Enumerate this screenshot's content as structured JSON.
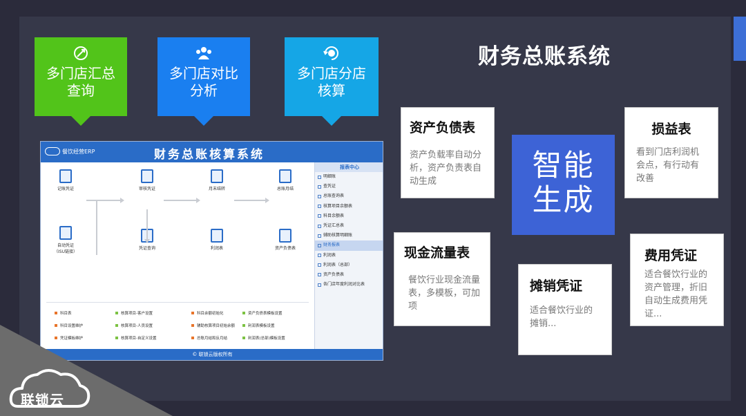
{
  "slide": {
    "title": "财务总账系统"
  },
  "features": [
    {
      "label": "多门店汇总\n查询",
      "icon": "rocket-globe-icon"
    },
    {
      "label": "多门店对比\n分析",
      "icon": "people-group-icon"
    },
    {
      "label": "多门店分店\n核算",
      "icon": "dollar-cycle-icon"
    }
  ],
  "erp": {
    "logo_text": "餐饮经营ERP",
    "title": "财务总账核算系统",
    "side_title": "报表中心",
    "side_items": [
      "明细账",
      "查凭证",
      "总账查询表",
      "核算项目余额表",
      "科目余额表",
      "凭证汇总表",
      "辅助核算明细账",
      "财务报表",
      "利润表",
      "利润表（总部）",
      "资产负债表",
      "各门店年度利润对比表"
    ],
    "flow_nodes": [
      "记账凭证",
      "审核凭证",
      "月末结转",
      "总账月结",
      "自动凭证\n（ISU链接）",
      "凭证查询",
      "利润表",
      "资产负债表"
    ],
    "links": [
      [
        "科目表",
        "核算项目-客户设置",
        "科目余额初始化",
        "资产负债表模板设置"
      ],
      [
        "科目设置维护",
        "核算项目-人员设置",
        "辅助核算项目初始余额",
        "利润表模板设置"
      ],
      [
        "凭证模板维护",
        "核算项目-自定义设置",
        "总账月结和反月结",
        "利润表(总部)模板设置"
      ]
    ],
    "footer": "© 联锁云版权所有"
  },
  "cards": {
    "balance": {
      "title": "资产负债表",
      "desc": "资产负载率自动分析，资产负责表自动生成"
    },
    "cashflow": {
      "title": "现金流量表",
      "desc": "餐饮行业现金流量表，多模板，可加项"
    },
    "amortization": {
      "title": "摊销凭证",
      "desc": "适合餐饮行业的摊销..."
    },
    "income": {
      "title": "损益表",
      "desc": "看到门店利润机会点，有行动有改善"
    },
    "expense": {
      "title": "费用凭证",
      "desc": "适合餐饮行业的资产管理，折旧自动生成费用凭证..."
    }
  },
  "smart": {
    "line1": "智能",
    "line2": "生成"
  },
  "brand": {
    "logo_text": "联锁云"
  },
  "colors": {
    "green": "#52c41a",
    "blue": "#1a7ff0",
    "cyan": "#15a6e6",
    "accent": "#3d63d6",
    "erp_blue": "#2a6cc7"
  }
}
